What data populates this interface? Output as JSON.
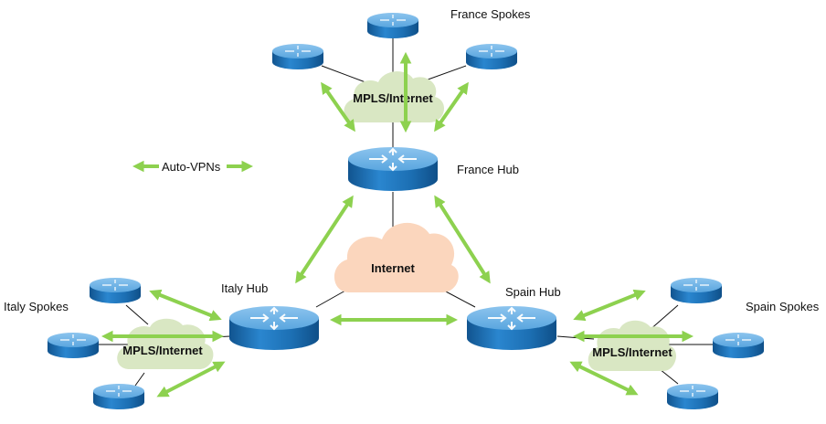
{
  "diagram": {
    "legend": {
      "label": "Auto-VPNs",
      "arrow_color": "#8dd14f"
    },
    "clouds": {
      "core": {
        "label": "Internet",
        "color": "#fbd6bd"
      },
      "france": {
        "label": "MPLS/Internet",
        "color": "#d9e7c3"
      },
      "italy": {
        "label": "MPLS/Internet",
        "color": "#d9e7c3"
      },
      "spain": {
        "label": "MPLS/Internet",
        "color": "#d9e7c3"
      }
    },
    "hubs": {
      "france": {
        "label": "France Hub"
      },
      "italy": {
        "label": "Italy Hub"
      },
      "spain": {
        "label": "Spain Hub"
      }
    },
    "spoke_groups": {
      "france": {
        "label": "France Spokes",
        "count": 3
      },
      "italy": {
        "label": "Italy Spokes",
        "count": 3
      },
      "spain": {
        "label": "Spain Spokes",
        "count": 3
      }
    },
    "router_color": "#1f78c1"
  }
}
